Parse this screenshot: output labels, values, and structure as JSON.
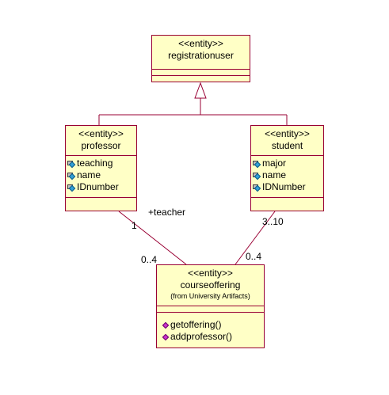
{
  "classes": {
    "registrationuser": {
      "stereotype": "<<entity>>",
      "name": "registrationuser"
    },
    "professor": {
      "stereotype": "<<entity>>",
      "name": "professor",
      "attributes": [
        "teaching",
        "name",
        "IDnumber"
      ]
    },
    "student": {
      "stereotype": "<<entity>>",
      "name": "student",
      "attributes": [
        "major",
        "name",
        "IDNumber"
      ]
    },
    "courseoffering": {
      "stereotype": "<<entity>>",
      "name": "courseoffering",
      "package_note": "(from University Artifacts)",
      "operations": [
        "getoffering()",
        "addprofessor()"
      ]
    }
  },
  "associations": {
    "professor_course": {
      "role": "+teacher",
      "professor_multiplicity": "1",
      "course_multiplicity": "0..4"
    },
    "student_course": {
      "student_multiplicity": "3..10",
      "course_multiplicity": "0..4"
    }
  },
  "colors": {
    "box_fill": "#ffffc6",
    "box_border": "#990033",
    "line": "#990033"
  },
  "icons": {
    "attribute": "private-attribute-icon",
    "operation": "public-operation-icon",
    "generalization": "generalization-arrow-icon"
  }
}
